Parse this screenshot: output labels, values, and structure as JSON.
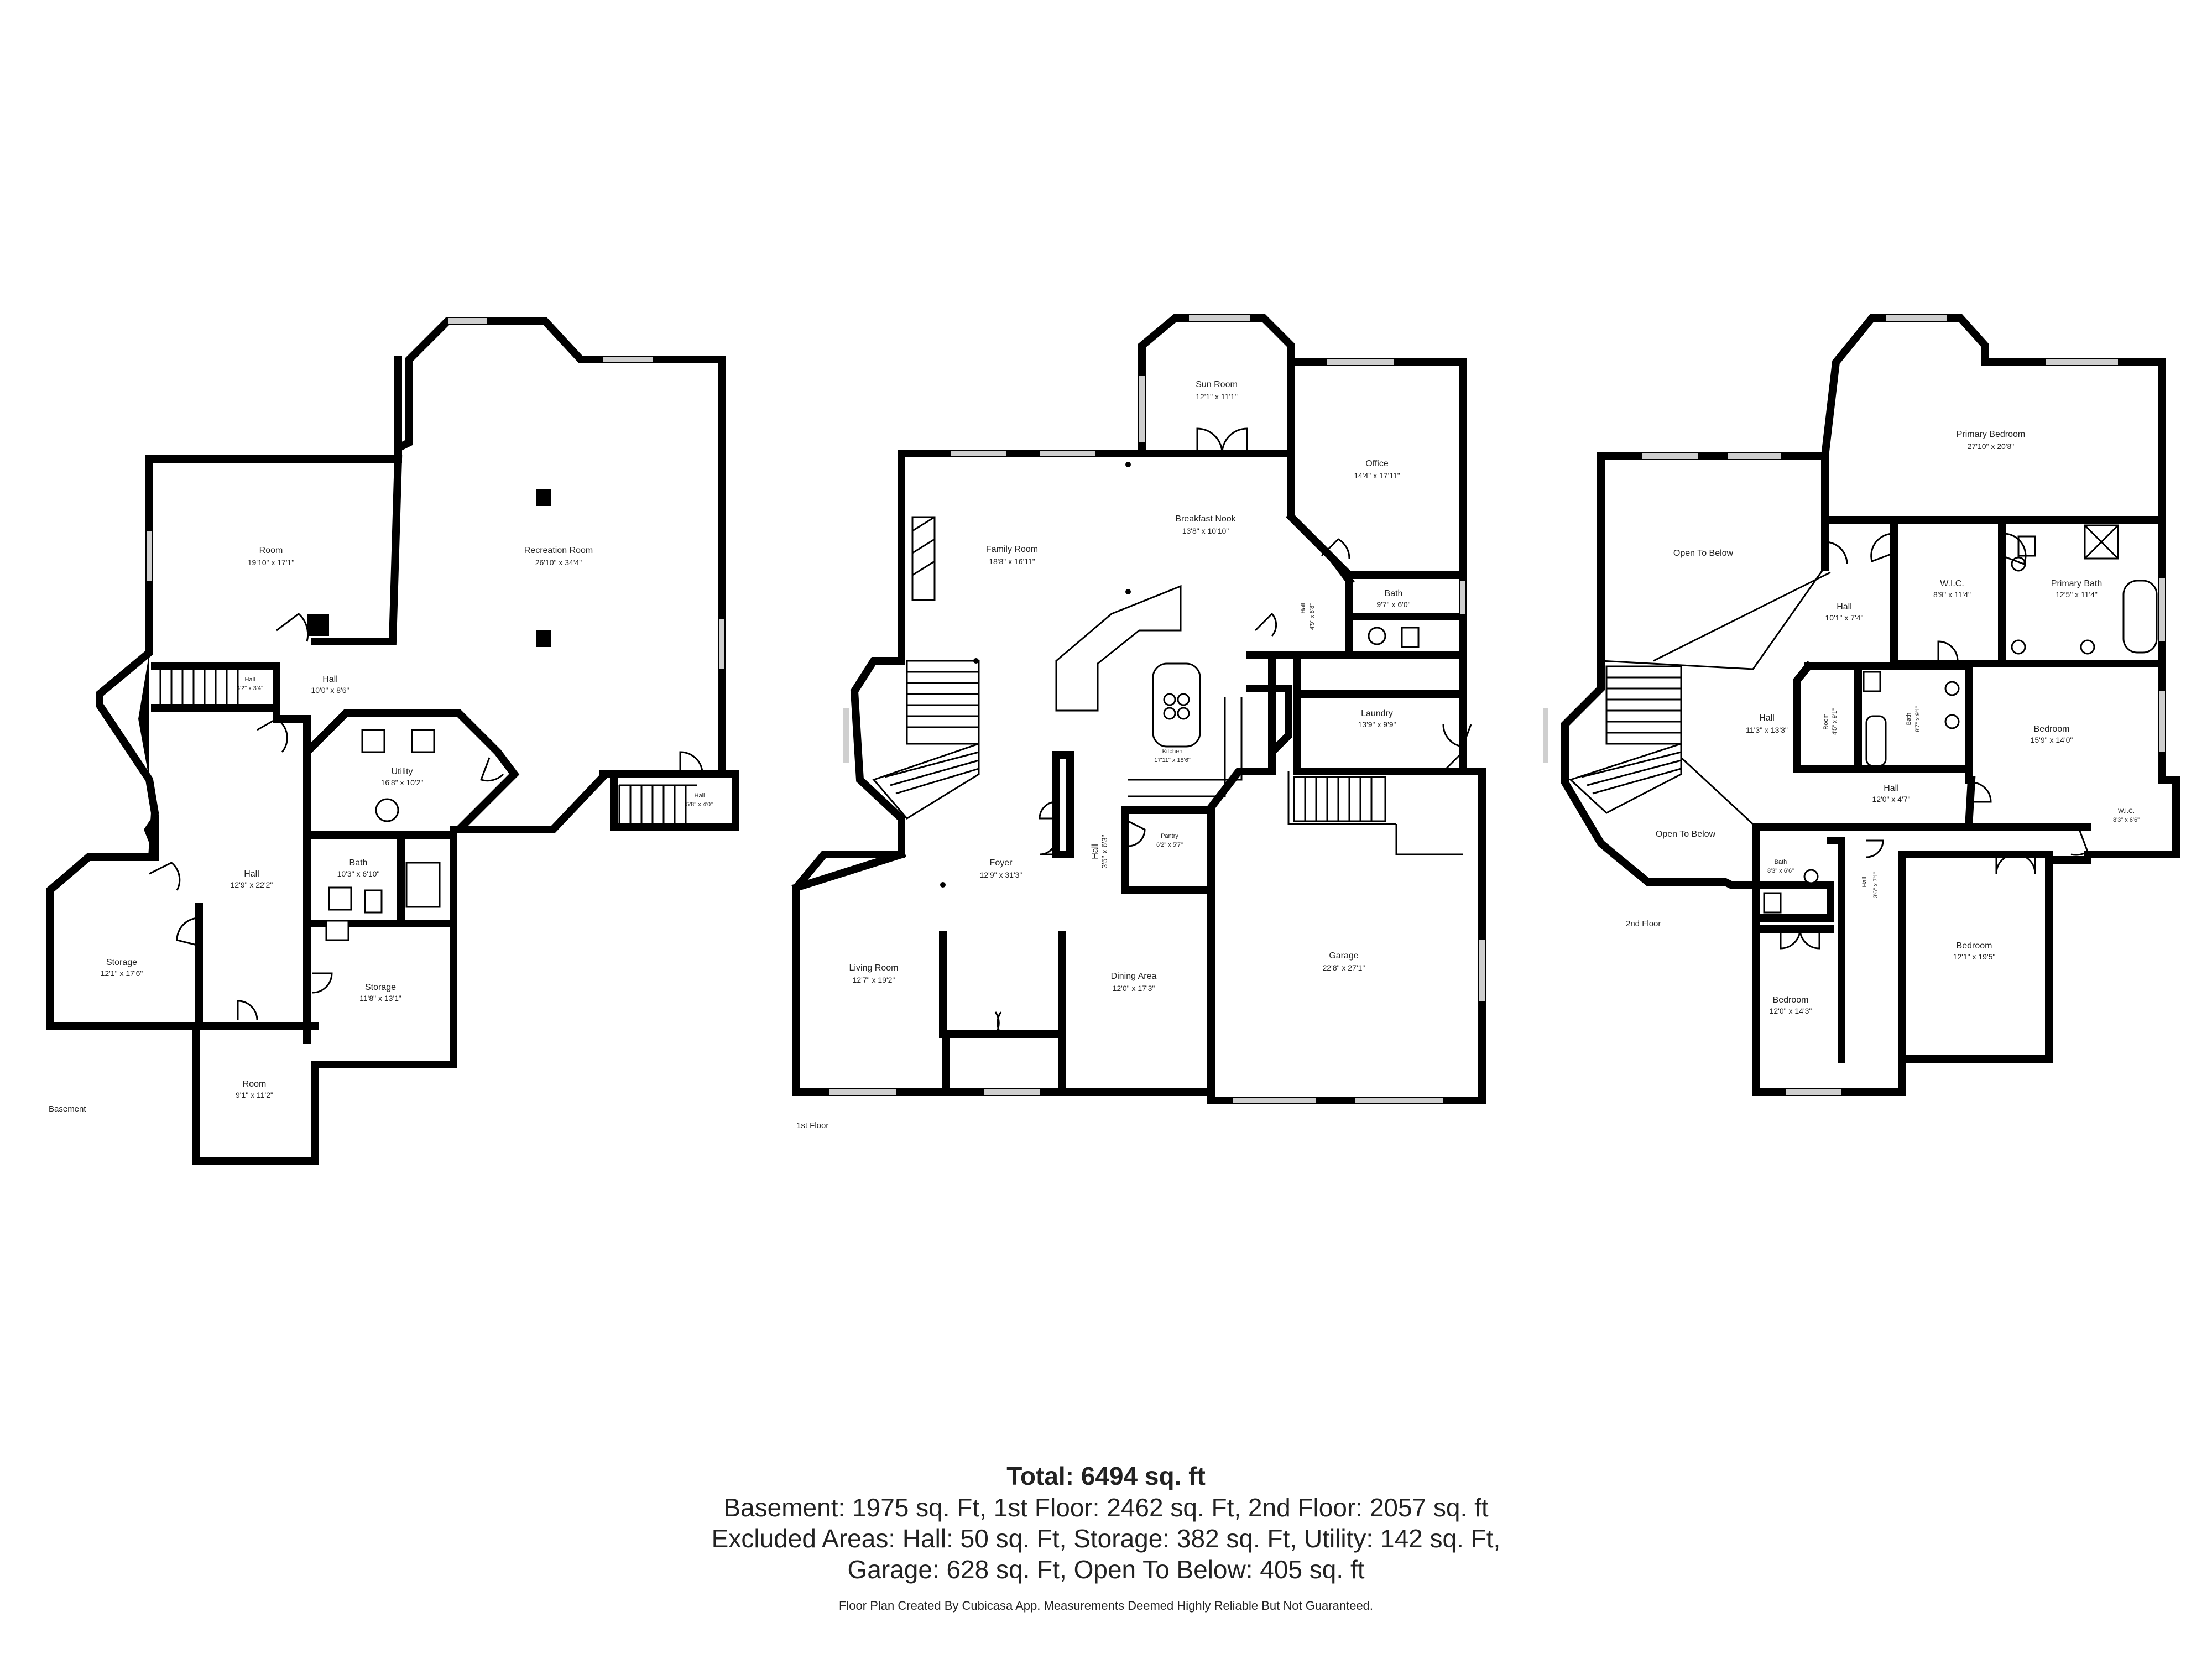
{
  "floors": [
    {
      "id": "basement",
      "label": "Basement",
      "rooms": [
        {
          "id": "room",
          "name": "Room",
          "dim": "19'10\" x 17'1\""
        },
        {
          "id": "recreation-room",
          "name": "Recreation Room",
          "dim": "26'10\" x 34'4\""
        },
        {
          "id": "hall-small",
          "name": "Hall",
          "dim": "4'2\" x 3'4\""
        },
        {
          "id": "hall-upper",
          "name": "Hall",
          "dim": "10'0\" x 8'6\""
        },
        {
          "id": "utility",
          "name": "Utility",
          "dim": "16'8\" x 10'2\""
        },
        {
          "id": "hall-stair",
          "name": "Hall",
          "dim": "5'8\" x 4'0\""
        },
        {
          "id": "hall-main",
          "name": "Hall",
          "dim": "12'9\" x 22'2\""
        },
        {
          "id": "bath",
          "name": "Bath",
          "dim": "10'3\" x 6'10\""
        },
        {
          "id": "storage-left",
          "name": "Storage",
          "dim": "12'1\" x 17'6\""
        },
        {
          "id": "storage-right",
          "name": "Storage",
          "dim": "11'8\" x 13'1\""
        },
        {
          "id": "room-bottom",
          "name": "Room",
          "dim": "9'1\" x 11'2\""
        }
      ]
    },
    {
      "id": "first-floor",
      "label": "1st Floor",
      "rooms": [
        {
          "id": "sun-room",
          "name": "Sun Room",
          "dim": "12'1\" x 11'1\""
        },
        {
          "id": "office",
          "name": "Office",
          "dim": "14'4\" x 17'11\""
        },
        {
          "id": "family-room",
          "name": "Family Room",
          "dim": "18'8\" x 16'11\""
        },
        {
          "id": "breakfast-nook",
          "name": "Breakfast Nook",
          "dim": "13'8\" x 10'10\""
        },
        {
          "id": "hall",
          "name": "Hall",
          "dim": "4'9\" x 8'8\""
        },
        {
          "id": "bath",
          "name": "Bath",
          "dim": "9'7\" x 6'0\""
        },
        {
          "id": "laundry",
          "name": "Laundry",
          "dim": "13'9\" x 9'9\""
        },
        {
          "id": "kitchen",
          "name": "Kitchen",
          "dim": "17'11\" x 18'6\""
        },
        {
          "id": "pantry",
          "name": "Pantry",
          "dim": "6'2\" x 5'7\""
        },
        {
          "id": "hall-small",
          "name": "Hall",
          "dim": "3'5\" x 6'3\""
        },
        {
          "id": "foyer",
          "name": "Foyer",
          "dim": "12'9\" x 31'3\""
        },
        {
          "id": "living-room",
          "name": "Living Room",
          "dim": "12'7\" x 19'2\""
        },
        {
          "id": "dining-area",
          "name": "Dining Area",
          "dim": "12'0\" x 17'3\""
        },
        {
          "id": "garage",
          "name": "Garage",
          "dim": "22'8\" x 27'1\""
        }
      ]
    },
    {
      "id": "second-floor",
      "label": "2nd Floor",
      "rooms": [
        {
          "id": "primary-bedroom",
          "name": "Primary Bedroom",
          "dim": "27'10\" x 20'8\""
        },
        {
          "id": "open-to-below-top",
          "name": "Open To Below",
          "dim": ""
        },
        {
          "id": "hall-top",
          "name": "Hall",
          "dim": "10'1\" x 7'4\""
        },
        {
          "id": "wic-top",
          "name": "W.I.C.",
          "dim": "8'9\" x 11'4\""
        },
        {
          "id": "primary-bath",
          "name": "Primary Bath",
          "dim": "12'5\" x 11'4\""
        },
        {
          "id": "hall-center",
          "name": "Hall",
          "dim": "11'3\" x 13'3\""
        },
        {
          "id": "room-small",
          "name": "Room",
          "dim": "4'5\" x 9'1\""
        },
        {
          "id": "bath-center",
          "name": "Bath",
          "dim": "8'7\" x 9'1\""
        },
        {
          "id": "bedroom-right",
          "name": "Bedroom",
          "dim": "15'9\" x 14'0\""
        },
        {
          "id": "hall-lower",
          "name": "Hall",
          "dim": "12'0\" x 4'7\""
        },
        {
          "id": "wic-bottom",
          "name": "W.I.C.",
          "dim": "8'3\" x 6'6\""
        },
        {
          "id": "open-to-below-bottom",
          "name": "Open To Below",
          "dim": ""
        },
        {
          "id": "bath-bottom",
          "name": "Bath",
          "dim": "8'3\" x 6'6\""
        },
        {
          "id": "hall-narrow",
          "name": "Hall",
          "dim": "3'6\" x 7'1\""
        },
        {
          "id": "bedroom-bottom-left",
          "name": "Bedroom",
          "dim": "12'0\" x 14'3\""
        },
        {
          "id": "bedroom-bottom-right",
          "name": "Bedroom",
          "dim": "12'1\" x 19'5\""
        }
      ]
    }
  ],
  "summary": {
    "total": "Total: 6494 sq. ft",
    "line1": "Basement: 1975 sq. Ft, 1st Floor: 2462 sq. Ft, 2nd Floor: 2057 sq. ft",
    "line2": "Excluded Areas: Hall: 50 sq. Ft, Storage: 382 sq. Ft, Utility: 142 sq. Ft,",
    "line3": "Garage: 628 sq. Ft, Open To Below: 405 sq. ft",
    "disclaimer": "Floor Plan Created By Cubicasa App. Measurements Deemed Highly Reliable But Not Guaranteed."
  }
}
